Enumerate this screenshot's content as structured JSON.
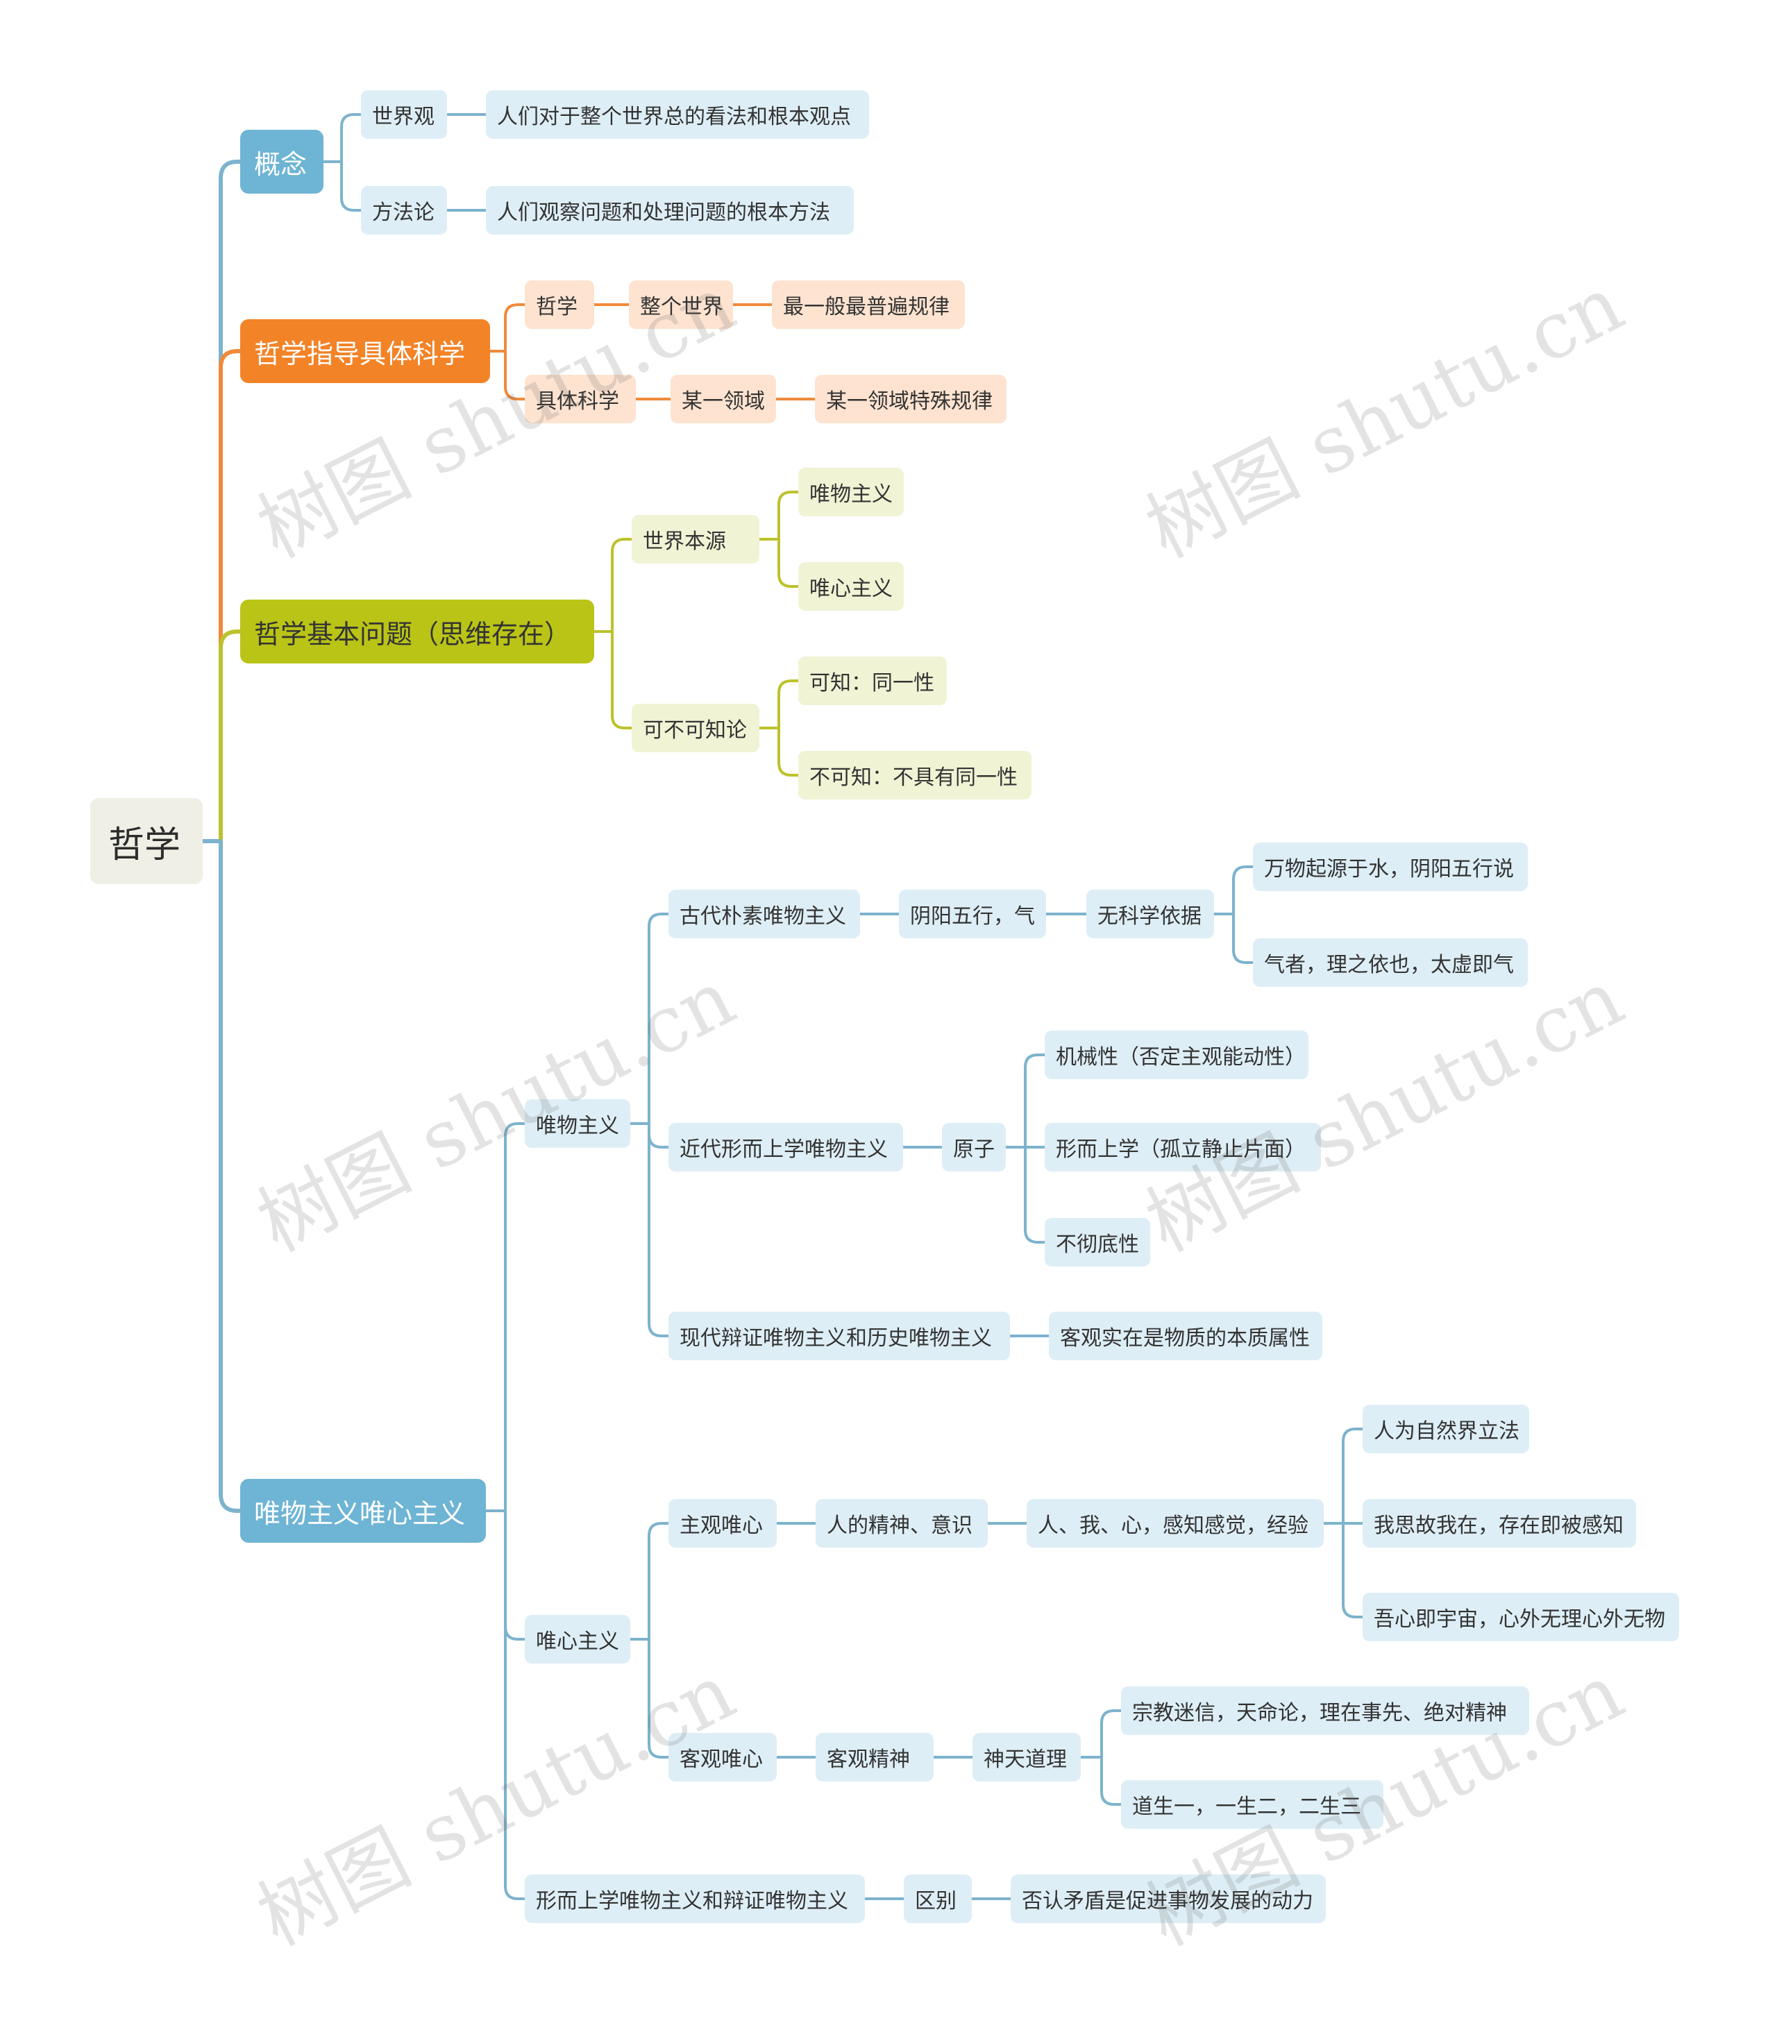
{
  "colors": {
    "blue_branch": "#7db3cd",
    "blue_head": "#6eb4d4",
    "blue_leaf": "#deeef6",
    "orange_branch": "#f08a3a",
    "orange_head": "#f38327",
    "orange_leaf": "#fde3d0",
    "green_branch": "#bcc22c",
    "green_head": "#b9c416",
    "green_leaf": "#f1f3d5",
    "root_bg": "#efefe6"
  },
  "watermark": "树图 shutu.cn",
  "nodes": {
    "root": "哲学",
    "concept": "概念",
    "worldview": "世界观",
    "worldview_def": "人们对于整个世界总的看法和根本观点",
    "methodology": "方法论",
    "methodology_def": "人们观察问题和处理问题的根本方法",
    "guide": "哲学指导具体科学",
    "philosophy": "哲学",
    "whole_world": "整个世界",
    "general_law": "最一般最普遍规律",
    "specific_science": "具体科学",
    "one_field": "某一领域",
    "special_law": "某一领域特殊规律",
    "basic_question": "哲学基本问题（思维存在）",
    "world_origin": "世界本源",
    "materialism_a": "唯物主义",
    "idealism_a": "唯心主义",
    "knowability": "可不可知论",
    "knowable": "可知：同一性",
    "unknowable": "不可知：不具有同一性",
    "mat_ideal": "唯物主义唯心主义",
    "materialism": "唯物主义",
    "ancient": "古代朴素唯物主义",
    "yinyang": "阴阳五行，气",
    "no_science": "无科学依据",
    "water": "万物起源于水，阴阳五行说",
    "qi": "气者，理之依也，太虚即气",
    "modern": "近代形而上学唯物主义",
    "atom": "原子",
    "mechanical": "机械性（否定主观能动性）",
    "metaphysical": "形而上学（孤立静止片面）",
    "incomplete": "不彻底性",
    "dialectical": "现代辩证唯物主义和历史唯物主义",
    "objective_reality": "客观实在是物质的本质属性",
    "idealism": "唯心主义",
    "subjective": "主观唯心",
    "human_spirit": "人的精神、意识",
    "me_mind": "人、我、心，感知感觉，经验",
    "legislate": "人为自然界立法",
    "cogito": "我思故我在，存在即被感知",
    "mind_universe": "吾心即宇宙，心外无理心外无物",
    "objective": "客观唯心",
    "objective_spirit": "客观精神",
    "heaven_reason": "神天道理",
    "religion": "宗教迷信，天命论，理在事先、绝对精神",
    "dao": "道生一，一生二，二生三",
    "meta_vs_dialectic": "形而上学唯物主义和辩证唯物主义",
    "difference": "区别",
    "contradiction": "否认矛盾是促进事物发展的动力"
  }
}
